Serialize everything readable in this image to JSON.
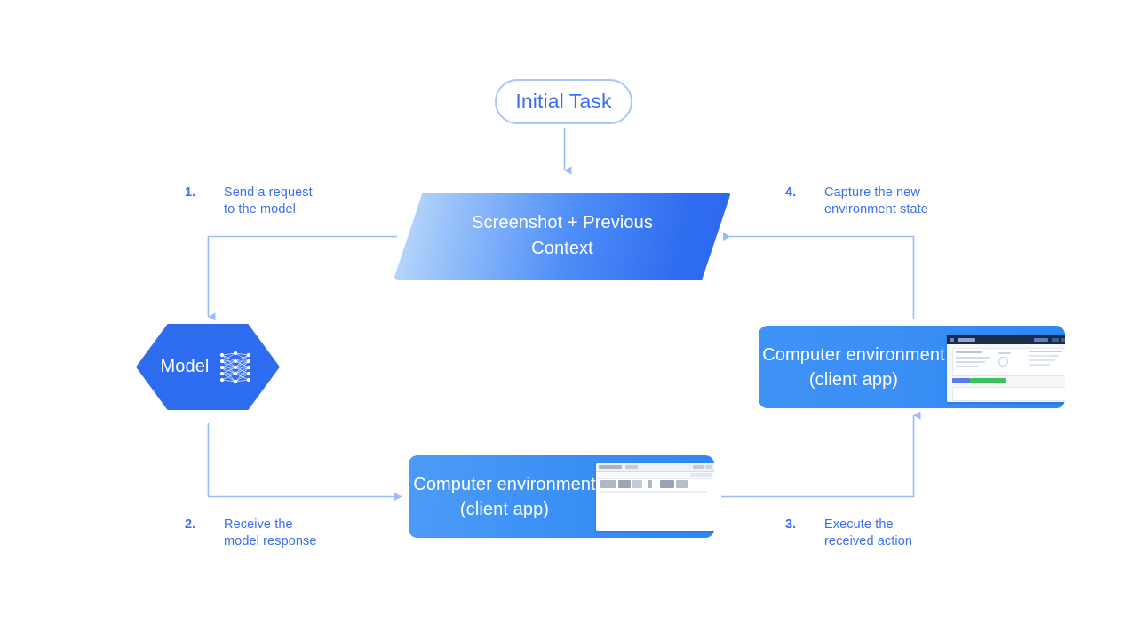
{
  "diagram": {
    "title": "Computer use agent loop",
    "background_color": "#ffffff",
    "accent_color": "#3b6df5",
    "nodes": {
      "initial_task": {
        "label": "Initial Task",
        "shape": "rounded-pill",
        "text_color": "#3b6df5",
        "border_color": "#a8c7fa"
      },
      "screenshot_context": {
        "line1": "Screenshot + Previous",
        "line2": "Context",
        "shape": "parallelogram",
        "gradient_from": "#c3ddfc",
        "gradient_to": "#2c68ef",
        "text_color": "#ffffff"
      },
      "model": {
        "label": "Model",
        "shape": "hexagon",
        "fill_color": "#2f6df0",
        "text_color": "#ffffff",
        "icon": "neural-network-icon"
      },
      "env_right": {
        "line1": "Computer environment",
        "line2": "(client app)",
        "shape": "rounded-rect",
        "fill_color": "#3b8ff5",
        "text_color": "#ffffff",
        "thumbnail": "dark-header-dashboard-screenshot"
      },
      "env_bottom": {
        "line1": "Computer environment",
        "line2": "(client app)",
        "shape": "rounded-rect",
        "fill_color": "#3b90f5",
        "text_color": "#ffffff",
        "thumbnail": "light-window-document-screenshot"
      }
    },
    "steps": [
      {
        "number": "1.",
        "text": "Send a request\nto the model"
      },
      {
        "number": "2.",
        "text": "Receive the\nmodel response"
      },
      {
        "number": "3.",
        "text": "Execute the\nreceived action"
      },
      {
        "number": "4.",
        "text": "Capture the new\nenvironment state"
      }
    ],
    "connectors": {
      "color": "#9cbcf8",
      "initial_to_screenshot": "down-arrow",
      "screenshot_to_model": "left-then-down-arrow",
      "model_to_env_bottom": "down-then-right-arrow",
      "env_bottom_to_env_right": "right-then-up-arrow",
      "env_right_to_screenshot": "up-then-left-arrow"
    }
  }
}
